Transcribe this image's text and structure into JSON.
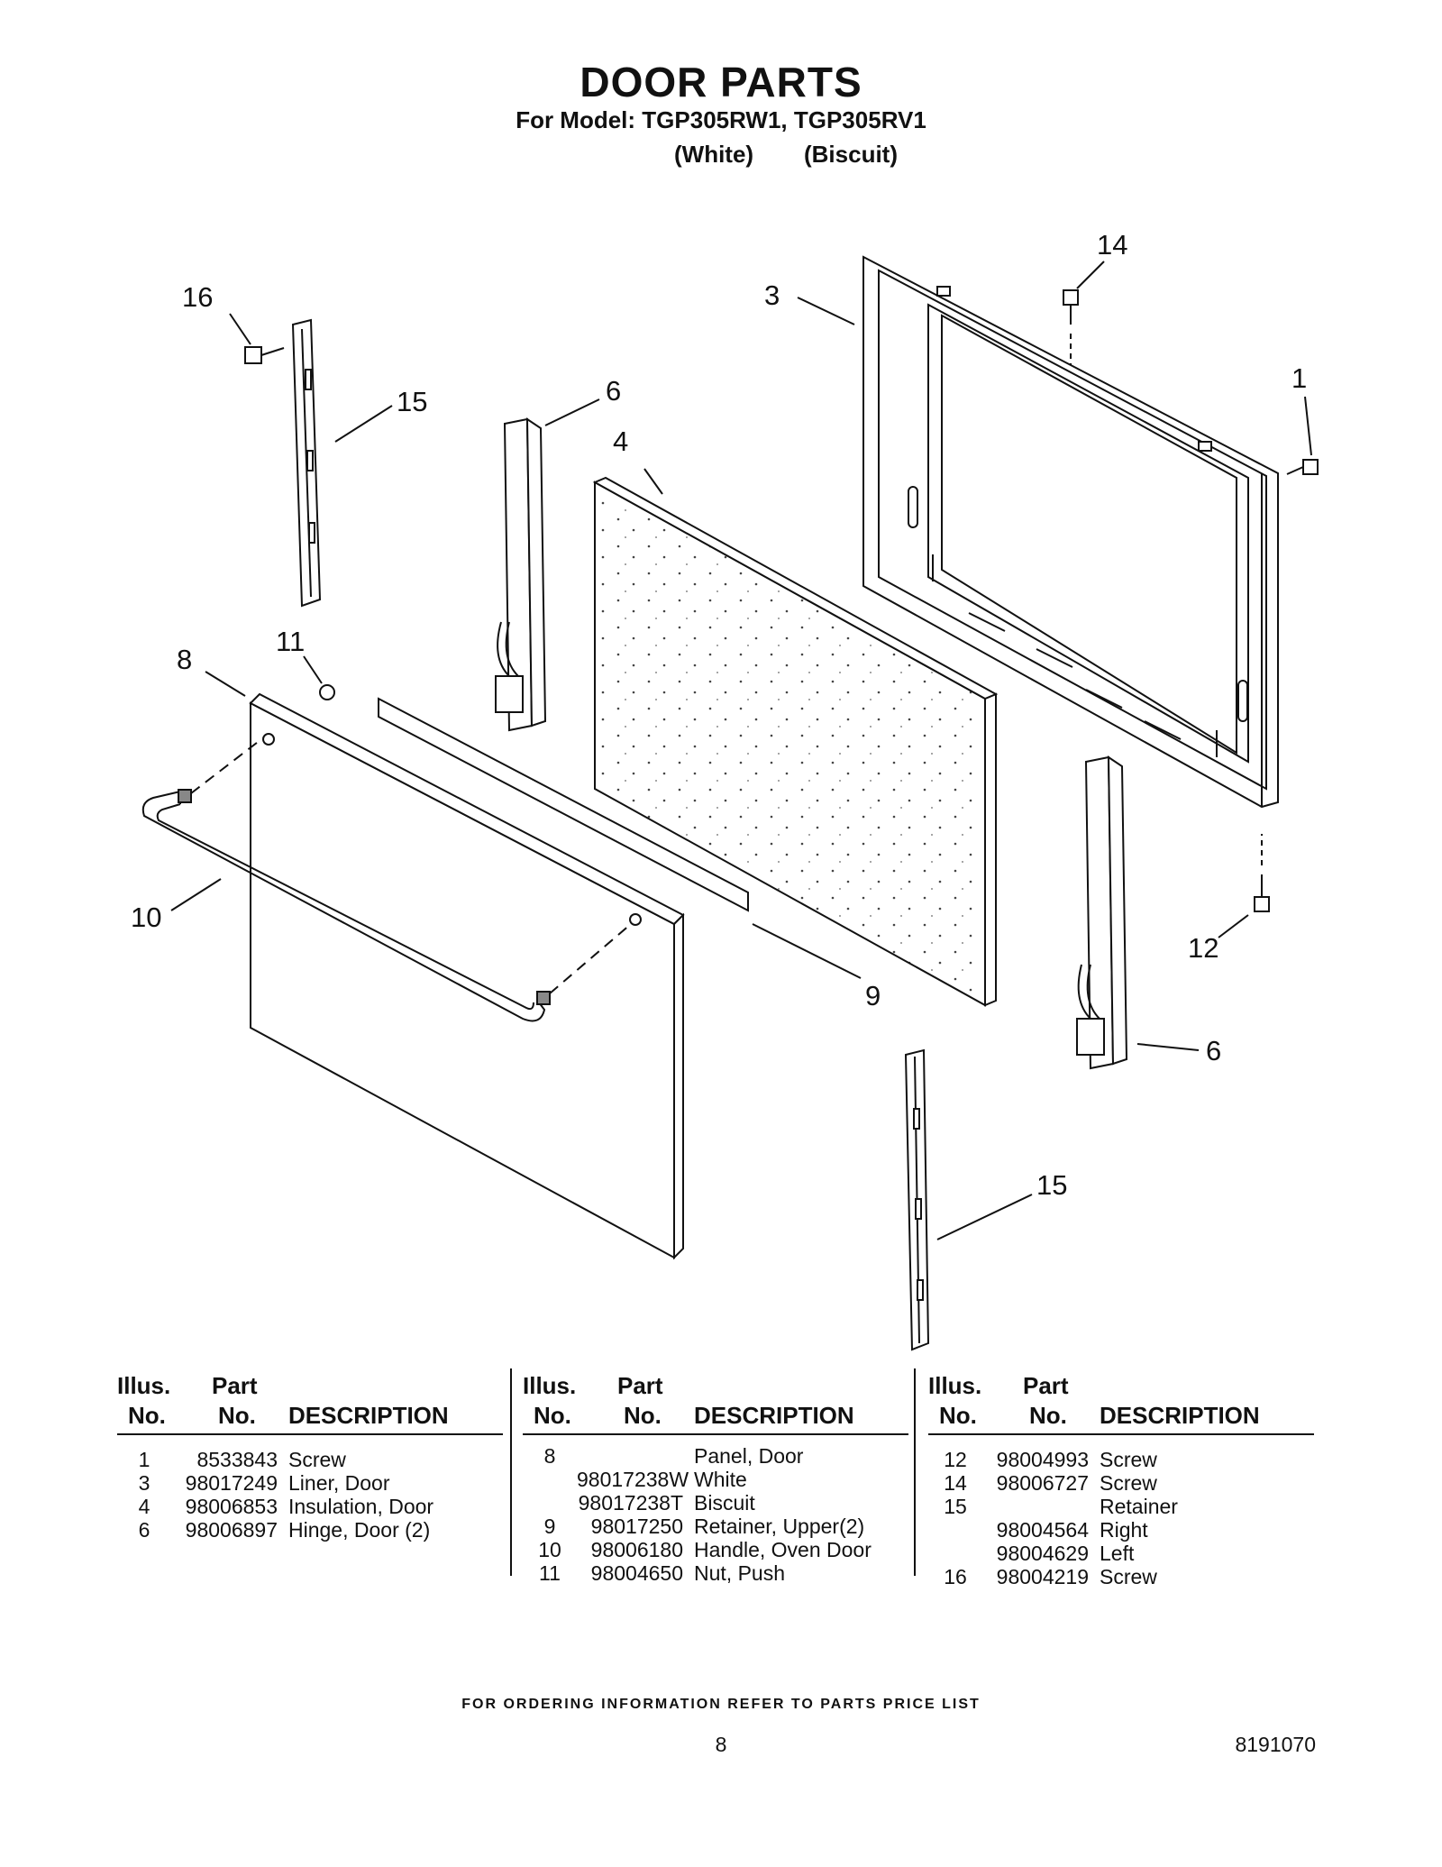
{
  "header": {
    "title": "DOOR PARTS",
    "subtitle": "For Model: TGP305RW1, TGP305RV1",
    "color_white": "(White)",
    "color_biscuit": "(Biscuit)"
  },
  "callouts": [
    "16",
    "15",
    "6",
    "4",
    "3",
    "14",
    "1",
    "11",
    "8",
    "10",
    "9",
    "12",
    "6",
    "15"
  ],
  "table": {
    "header_illus": "Illus.",
    "header_no": "No.",
    "header_part": "Part",
    "header_part_no": "No.",
    "header_description": "DESCRIPTION",
    "columns": [
      {
        "rows": [
          {
            "no": "1",
            "part": "8533843",
            "desc": "Screw"
          },
          {
            "no": "3",
            "part": "98017249",
            "desc": "Liner, Door"
          },
          {
            "no": "4",
            "part": "98006853",
            "desc": "Insulation, Door"
          },
          {
            "no": "6",
            "part": "98006897",
            "desc": "Hinge, Door (2)"
          }
        ]
      },
      {
        "rows": [
          {
            "no": "8",
            "part": "",
            "desc": "Panel, Door"
          },
          {
            "no": "",
            "part": "98017238W",
            "desc": "White"
          },
          {
            "no": "",
            "part": "98017238T",
            "desc": "Biscuit"
          },
          {
            "no": "9",
            "part": "98017250",
            "desc": "Retainer, Upper(2)"
          },
          {
            "no": "10",
            "part": "98006180",
            "desc": "Handle, Oven Door"
          },
          {
            "no": "11",
            "part": "98004650",
            "desc": "Nut, Push"
          }
        ]
      },
      {
        "rows": [
          {
            "no": "12",
            "part": "98004993",
            "desc": "Screw"
          },
          {
            "no": "14",
            "part": "98006727",
            "desc": "Screw"
          },
          {
            "no": "15",
            "part": "",
            "desc": "Retainer"
          },
          {
            "no": "",
            "part": "98004564",
            "desc": "Right"
          },
          {
            "no": "",
            "part": "98004629",
            "desc": "Left"
          },
          {
            "no": "16",
            "part": "98004219",
            "desc": "Screw"
          }
        ]
      }
    ]
  },
  "footer": {
    "ordering_note": "FOR ORDERING INFORMATION REFER TO PARTS PRICE LIST",
    "page_number": "8",
    "doc_number": "8191070"
  }
}
